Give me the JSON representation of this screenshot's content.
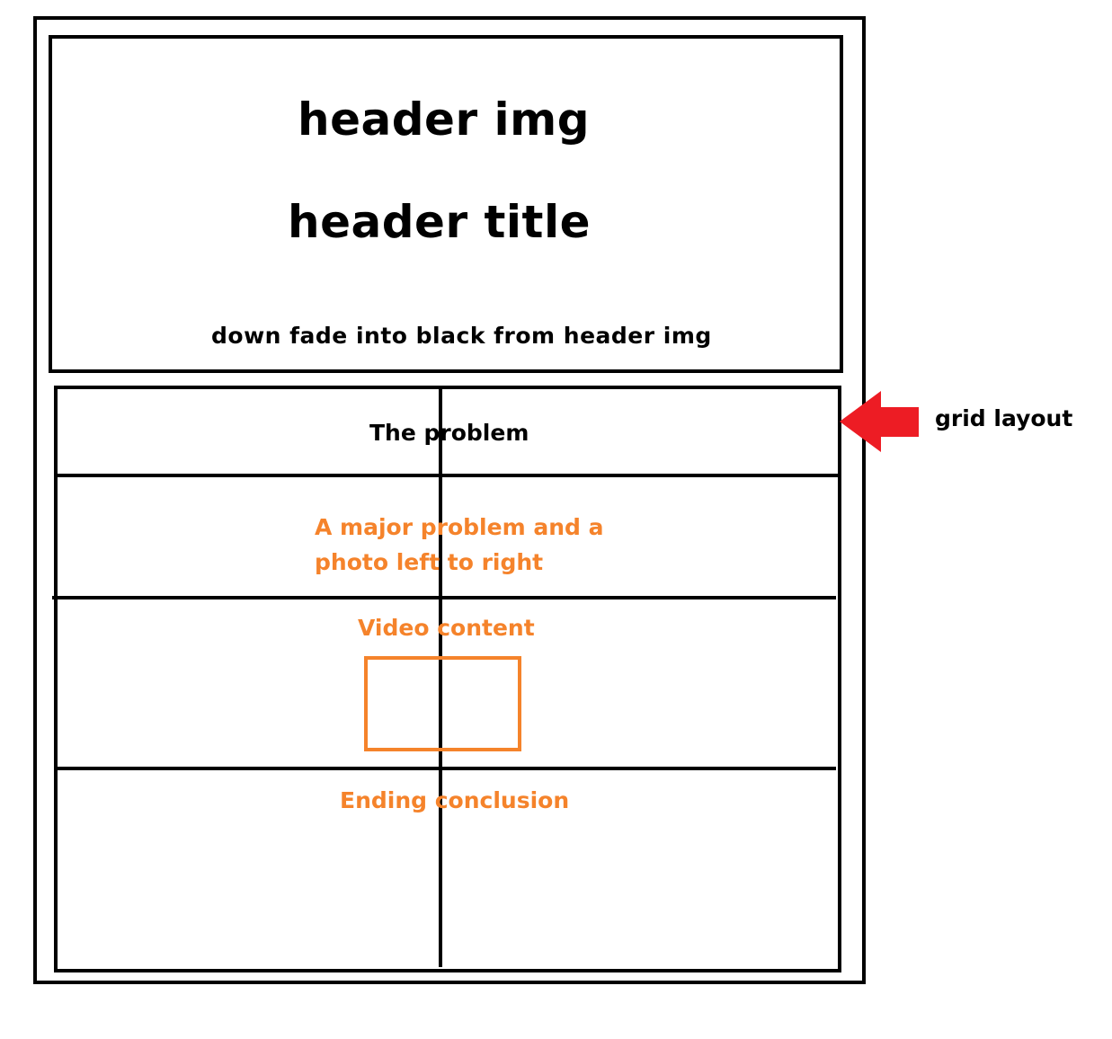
{
  "header": {
    "img_label": "header img",
    "title_label": "header title",
    "fade_note": "down fade into black from header img"
  },
  "grid": {
    "problem_label": "The problem",
    "major_problem_line1": "A major problem and a",
    "major_problem_line2": "photo left to right",
    "video_label": "Video content",
    "conclusion_label": "Ending conclusion"
  },
  "annotation": {
    "grid_layout_label": "grid layout",
    "arrow_color": "#ed1c24"
  },
  "colors": {
    "ink": "#000000",
    "accent": "#f5832b",
    "arrow": "#ed1c24"
  }
}
